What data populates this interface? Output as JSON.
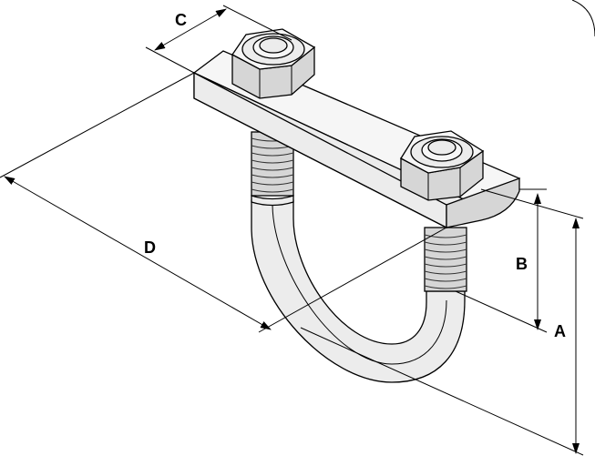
{
  "diagram": {
    "dimension_labels": {
      "a": "A",
      "b": "B",
      "c": "C",
      "d": "D"
    },
    "colors": {
      "line": "#000000",
      "fill": "#ececec",
      "background": "#ffffff"
    }
  }
}
